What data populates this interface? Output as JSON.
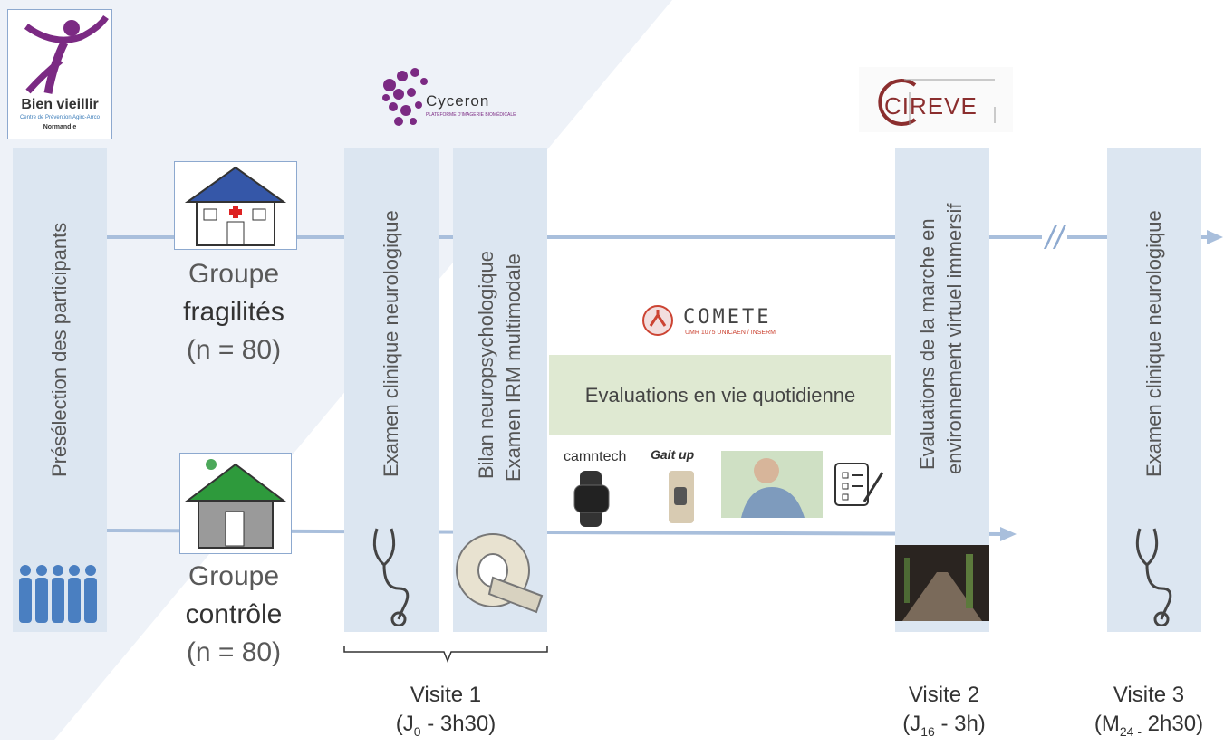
{
  "logos": {
    "bien_vieillir": {
      "title": "Bien vieillir",
      "subtitle": "Centre de Prévention Agirc-Arrco",
      "region": "Normandie"
    },
    "cyceron": {
      "name": "Cyceron",
      "subtitle": "PLATEFORME D'IMAGERIE BIOMÉDICALE"
    },
    "cireve": {
      "name": "CIREVE"
    },
    "comete": {
      "name": "COMETE",
      "subtitle": "UMR 1075 UNICAEN / INSERM"
    },
    "camntech": {
      "name": "camntech"
    },
    "gaitup": {
      "name": "Gait up"
    }
  },
  "columns": {
    "preselection": "Présélection des participants",
    "exam1": "Examen clinique neurologique",
    "bilan_line1": "Bilan neuropsychologique",
    "bilan_line2": "Examen IRM multimodale",
    "eval_line1": "Evaluations de la marche en",
    "eval_line2": "environnement virtuel immersif",
    "exam3": "Examen clinique neurologique"
  },
  "groups": {
    "fragile_line1": "Groupe",
    "fragile_line2": "fragilités",
    "fragile_line3": "(n = 80)",
    "control_line1": "Groupe",
    "control_line2": "contrôle",
    "control_line3": "(n = 80)"
  },
  "daily_eval": "Evaluations en vie quotidienne",
  "break_mark": "//",
  "visits": {
    "v1_label": "Visite 1",
    "v1_open": "(J",
    "v1_sub": "0",
    "v1_rest": " - 3h30)",
    "v2_label": "Visite 2",
    "v2_open": "(J",
    "v2_sub": "16",
    "v2_rest": " - 3h)",
    "v3_label": "Visite 3",
    "v3_open": "(M",
    "v3_sub": "24 -",
    "v3_rest": " 2h30)"
  },
  "colors": {
    "column_fill": "#dce6f1",
    "arrow": "#a9bfdc",
    "daily_box": "#dfe9d2",
    "brand_purple": "#7b2a83",
    "cireve_red": "#8b2e2e"
  }
}
